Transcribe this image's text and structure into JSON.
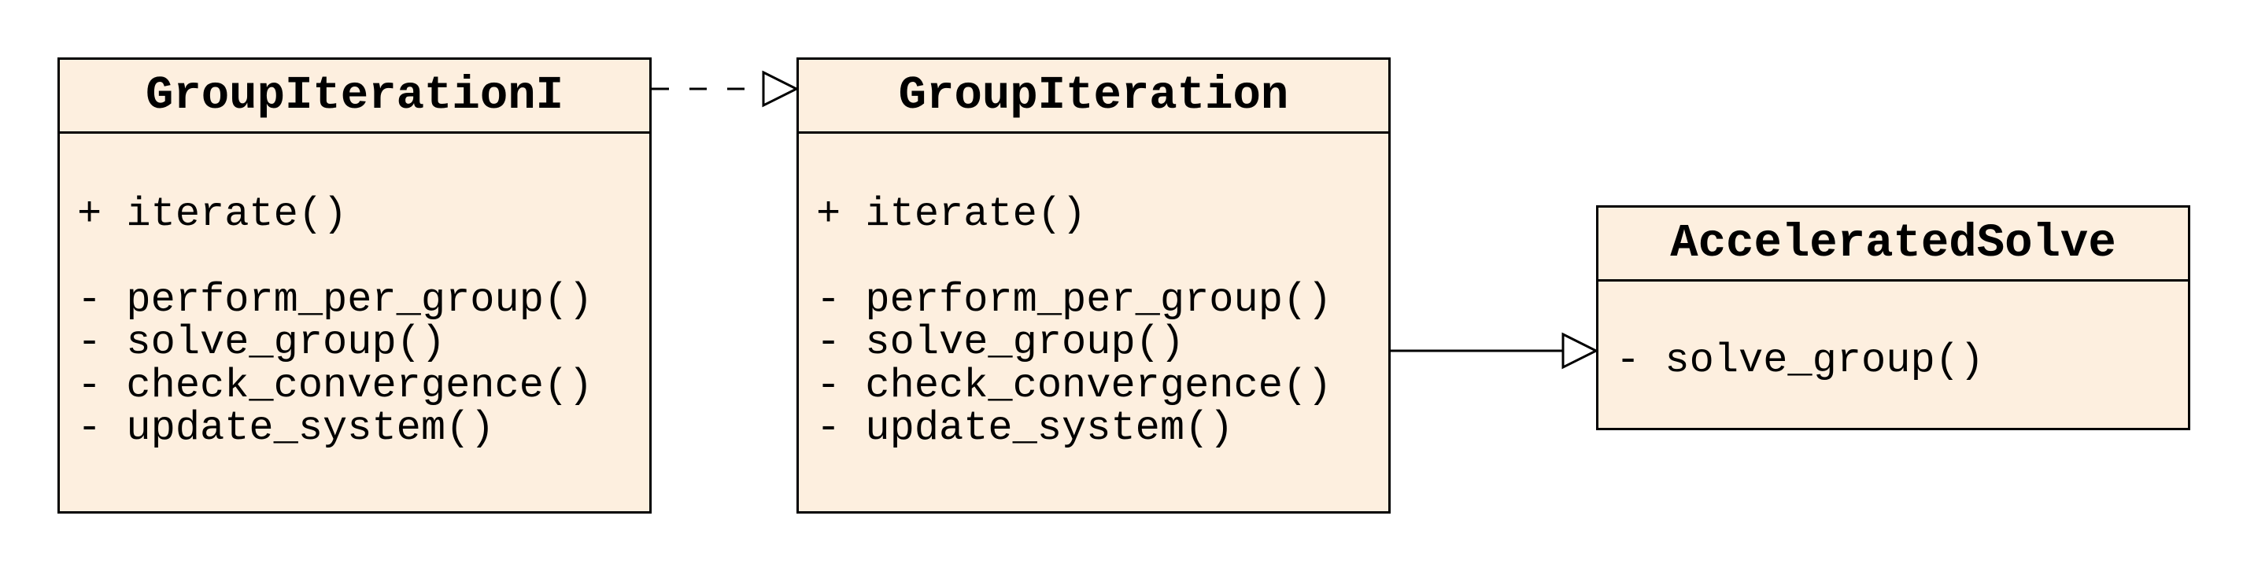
{
  "classes": [
    {
      "name": "GroupIterationI",
      "members": [
        "+ iterate()",
        "- perform_per_group()",
        "- solve_group()",
        "- check_convergence()",
        "- update_system()"
      ]
    },
    {
      "name": "GroupIteration",
      "members": [
        "+ iterate()",
        "- perform_per_group()",
        "- solve_group()",
        "- check_convergence()",
        "- update_system()"
      ]
    },
    {
      "name": "AcceleratedSolve",
      "members": [
        "- solve_group()"
      ]
    }
  ],
  "relations": [
    {
      "from": "GroupIterationI",
      "to": "GroupIteration",
      "line": "dashed",
      "arrow": "hollow-triangle"
    },
    {
      "from": "GroupIteration",
      "to": "AcceleratedSolve",
      "line": "solid",
      "arrow": "hollow-triangle"
    }
  ],
  "colors": {
    "class_fill": "#fdefdf",
    "stroke": "#000000"
  }
}
